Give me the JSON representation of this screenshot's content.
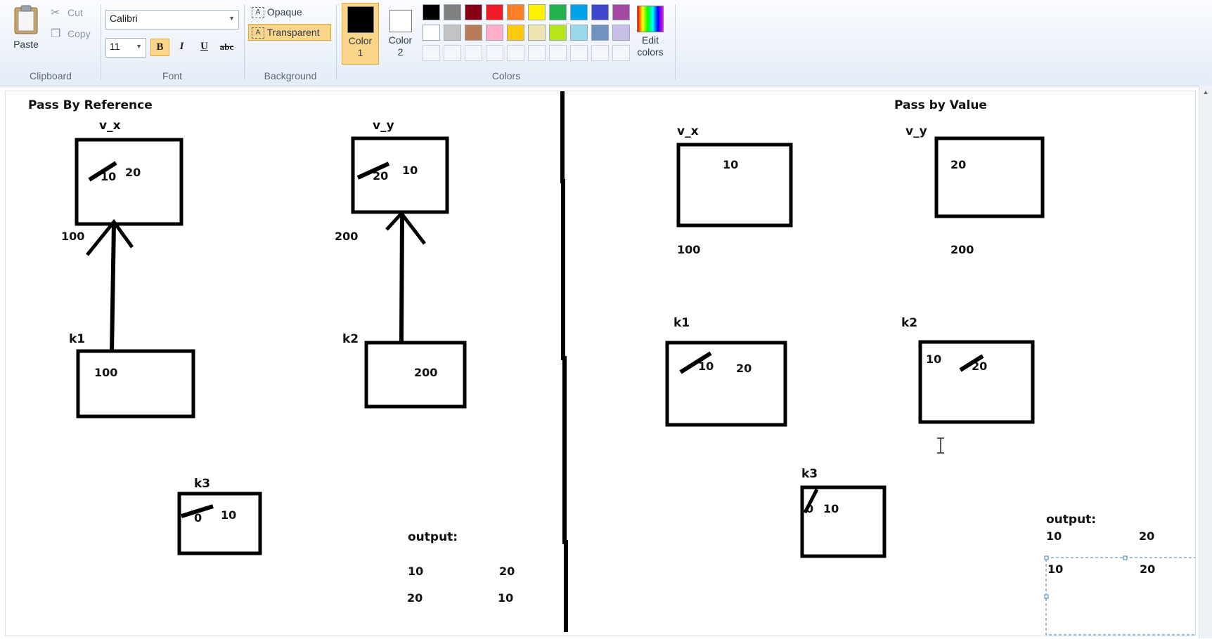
{
  "ribbon": {
    "clipboard": {
      "paste": "Paste",
      "cut": "Cut",
      "copy": "Copy",
      "group": "Clipboard"
    },
    "font": {
      "family": "Calibri",
      "size": "11",
      "bold": "B",
      "italic": "I",
      "underline": "U",
      "strike": "abc",
      "group": "Font"
    },
    "background": {
      "opaque": "Opaque",
      "transparent": "Transparent",
      "group": "Background"
    },
    "colors": {
      "color1": "Color 1",
      "color2": "Color 2",
      "edit": "Edit colors",
      "group": "Colors",
      "color1_value": "#000000",
      "color2_value": "#ffffff",
      "palette_row1": [
        "#000000",
        "#7f7f7f",
        "#880015",
        "#ed1c24",
        "#ff7f27",
        "#fff200",
        "#22b14c",
        "#00a2e8",
        "#3f48cc",
        "#a349a4"
      ],
      "palette_row2": [
        "#ffffff",
        "#c3c3c3",
        "#b97a57",
        "#ffaec9",
        "#ffc90e",
        "#efe4b0",
        "#b5e61d",
        "#99d9ea",
        "#7092be",
        "#c8bfe7"
      ]
    }
  },
  "canvas": {
    "left": {
      "title": "Pass By Reference",
      "vx_label": "v_x",
      "vx_old": "10",
      "vx_new": "20",
      "vx_addr": "100",
      "vy_label": "v_y",
      "vy_old": "20",
      "vy_new": "10",
      "vy_addr": "200",
      "k1_label": "k1",
      "k1_val": "100",
      "k2_label": "k2",
      "k2_val": "200",
      "k3_label": "k3",
      "k3_old": "0",
      "k3_new": "10",
      "output_label": "output:",
      "out_r1c1": "10",
      "out_r1c2": "20",
      "out_r2c1": "20",
      "out_r2c2": "10"
    },
    "right": {
      "title": "Pass by Value",
      "vx_label": "v_x",
      "vx_val": "10",
      "vx_addr": "100",
      "vy_label": "v_y",
      "vy_val": "20",
      "vy_addr": "200",
      "k1_label": "k1",
      "k1_old": "10",
      "k1_new": "20",
      "k2_label": "k2",
      "k2_a": "10",
      "k2_old": "20",
      "k3_label": "k3",
      "k3_old": "0",
      "k3_new": "10",
      "output_label": "output:",
      "out_r1c1": "10",
      "out_r1c2": "20",
      "out_r2c1": "10",
      "out_r2c2": "20"
    }
  }
}
